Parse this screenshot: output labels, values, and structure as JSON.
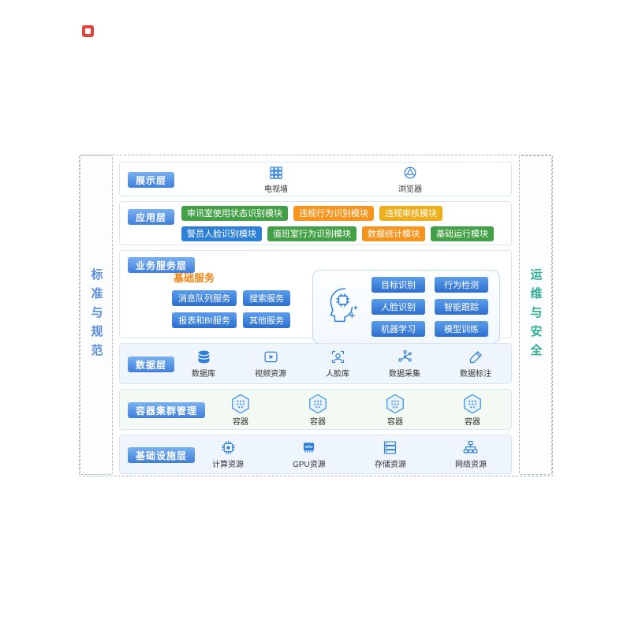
{
  "logo": {
    "color": "#E2453F"
  },
  "side_left": {
    "label": "标准与规范"
  },
  "side_right": {
    "label": "运维与安全"
  },
  "colors": {
    "layer_chip": "linear-gradient(180deg,#79B1F0,#3F7EDA)",
    "service_chip": "linear-gradient(180deg,#5C9EEB,#2C6ECF)",
    "green": "#43A047",
    "orange": "#F7941D",
    "amber": "#EFAF1C",
    "blue": "#2E7FD8",
    "left_text": "#5A8EDC",
    "right_text": "#2EAE92"
  },
  "layers": {
    "presentation": {
      "label": "展示层",
      "items": [
        {
          "label": "电视墙"
        },
        {
          "label": "浏览器"
        }
      ]
    },
    "application": {
      "label": "应用层",
      "row1": [
        {
          "label": "审讯室使用状态识别模块",
          "color": "#43A047"
        },
        {
          "label": "违规行为识别模块",
          "color": "#F7941D"
        },
        {
          "label": "违规审核模块",
          "color": "#EFAF1C"
        }
      ],
      "row2": [
        {
          "label": "警员人脸识别模块",
          "color": "#2E7FD8"
        },
        {
          "label": "值班室行为识别模块",
          "color": "#43A047"
        },
        {
          "label": "数据统计模块",
          "color": "#F7941D"
        },
        {
          "label": "基础运行模块",
          "color": "#43A047"
        }
      ]
    },
    "business": {
      "label": "业务服务层",
      "basic_title": "基础服务",
      "basic_services": [
        {
          "label": "消息队列服务"
        },
        {
          "label": "搜索服务"
        },
        {
          "label": "报表和BI服务"
        },
        {
          "label": "其他服务"
        }
      ],
      "ai_services": [
        {
          "label": "目标识别"
        },
        {
          "label": "行为检测"
        },
        {
          "label": "人脸识别"
        },
        {
          "label": "智能跟踪"
        },
        {
          "label": "机器学习"
        },
        {
          "label": "模型训练"
        }
      ]
    },
    "data": {
      "label": "数据层",
      "items": [
        {
          "label": "数据库"
        },
        {
          "label": "视频资源"
        },
        {
          "label": "人脸库"
        },
        {
          "label": "数据采集"
        },
        {
          "label": "数据标注"
        }
      ]
    },
    "container": {
      "label": "容器集群管理",
      "items": [
        {
          "label": "容器"
        },
        {
          "label": "容器"
        },
        {
          "label": "容器"
        },
        {
          "label": "容器"
        }
      ]
    },
    "infrastructure": {
      "label": "基础设施层",
      "gpu_badge": "GPU",
      "items": [
        {
          "label": "计算资源"
        },
        {
          "label": "GPU资源"
        },
        {
          "label": "存储资源"
        },
        {
          "label": "网络资源"
        }
      ]
    }
  }
}
